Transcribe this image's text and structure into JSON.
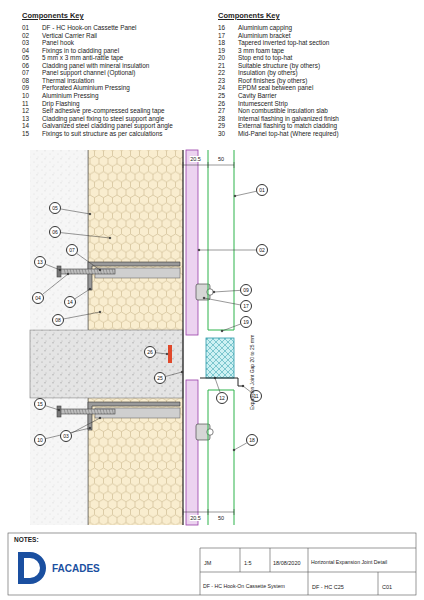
{
  "diagram": {
    "nodes": [
      {
        "text": [
          "05"
        ]
      },
      {
        "text": [
          "06"
        ]
      },
      {
        "text": [
          "07"
        ]
      },
      {
        "text": [
          "13"
        ]
      },
      {
        "text": [
          "04"
        ]
      },
      {
        "text": [
          "14"
        ]
      },
      {
        "text": [
          "08"
        ]
      },
      {
        "text": [
          "26"
        ]
      },
      {
        "text": [
          "15"
        ]
      },
      {
        "text": [
          "03"
        ]
      },
      {
        "text": [
          "10"
        ]
      },
      {
        "text": [
          "01"
        ]
      },
      {
        "text": [
          "02"
        ]
      },
      {
        "text": [
          "09"
        ]
      },
      {
        "text": [
          "17"
        ]
      },
      {
        "text": [
          "19"
        ]
      },
      {
        "text": [
          "12"
        ]
      },
      {
        "text": [
          "11"
        ]
      },
      {
        "text": [
          "25"
        ]
      },
      {
        "text": [
          "18"
        ]
      }
    ],
    "labels": [
      "Components Key",
      "01",
      "DF - HC Hook-on Cassette Panel",
      "02",
      "Vertical Carrier Rail",
      "03",
      "Panel hook",
      "04",
      "Fixings in to cladding panel",
      "05",
      "5 mm x 3 mm anti-rattle tape",
      "06",
      "Cladding panel with mineral insulation",
      "07",
      "Panel support channel (Optional)",
      "08",
      "Thermal insulation",
      "09",
      "Perforated Aluminium Pressing",
      "10",
      "Aluminium Pressing",
      "11",
      "Drip Flashing",
      "12",
      "Self adhesive pre-compressed sealing tape",
      "13",
      "Cladding panel fixing to steel support angle",
      "14",
      "Galvanized steel cladding panel support angle",
      "15",
      "Fixings to suit structure as per calculations",
      "Components Key",
      "16",
      "Aluminium capping",
      "17",
      "Aluminium bracket",
      "18",
      "Tapered inverted top-hat section",
      "19",
      "3 mm foam tape",
      "20",
      "Stop end to top-hat",
      "21",
      "Suitable structure (by others)",
      "22",
      "Insulation (by others)",
      "23",
      "Roof finishes (by others)",
      "24",
      "EPDM seal between panel",
      "25",
      "Cavity Barrier",
      "26",
      "Intumescent Strip",
      "27",
      "Non combustible insulation slab",
      "28",
      "Internal flashing in galvanized finish",
      "29",
      "External flashing to match cladding",
      "30",
      "Mid-Panel top-hat (Where required)",
      "20.5",
      "50",
      "20.5",
      "50",
      "Expansion Joint Gap 20 to 25 mm",
      "NOTES:",
      "FACADES",
      "JM",
      "1:5",
      "18/08/2020",
      "Horizontal Expansion Joint Detail",
      "DF - HC Hook-On Cassette System",
      "DF - HC C25",
      "C01"
    ]
  }
}
